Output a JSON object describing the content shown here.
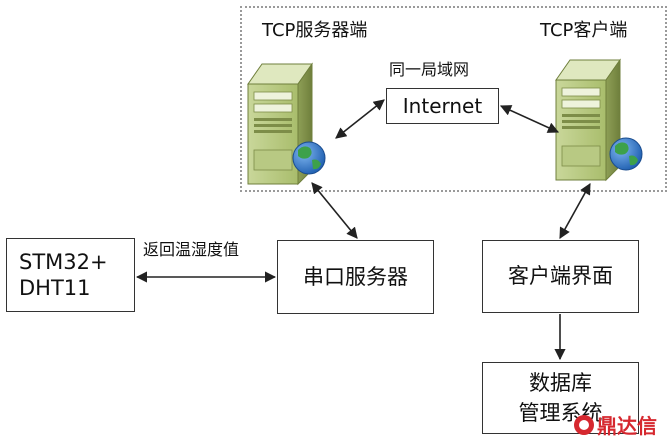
{
  "server_end_label": "TCP服务器端",
  "client_end_label": "TCP客户端",
  "lan_label": "同一局域网",
  "internet_label": "Internet",
  "stm_box": {
    "line1": "STM32+",
    "line2": "DHT11"
  },
  "return_label": "返回温湿度值",
  "serial_server_label": "串口服务器",
  "client_ui_label": "客户端界面",
  "db_box": {
    "line1": "数据库",
    "line2": "管理系统"
  },
  "watermark": {
    "text": "鼎达信",
    "color": "#d6282f"
  },
  "icons": [
    "server-tower-icon",
    "globe-icon"
  ]
}
